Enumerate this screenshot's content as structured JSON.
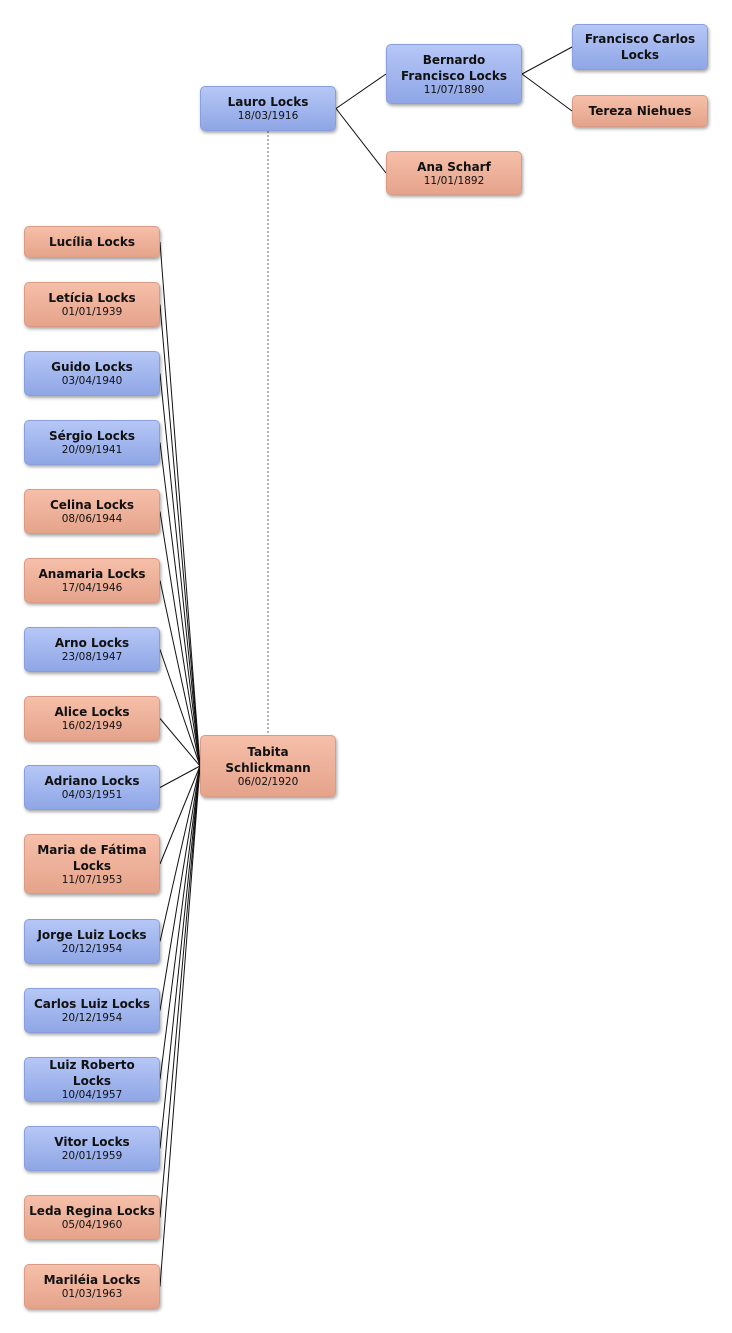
{
  "colors": {
    "male": "#9db0ea",
    "female": "#eeb09a",
    "line": "#111111"
  },
  "people": {
    "lauro": {
      "name": "Lauro Locks",
      "date": "18/03/1916",
      "gender": "male"
    },
    "bernardo": {
      "name": "Bernardo Francisco Locks",
      "date": "11/07/1890",
      "gender": "male"
    },
    "francisco": {
      "name": "Francisco Carlos Locks",
      "date": "",
      "gender": "male"
    },
    "tereza": {
      "name": "Tereza Niehues",
      "date": "",
      "gender": "female"
    },
    "ana": {
      "name": "Ana Scharf",
      "date": "11/01/1892",
      "gender": "female"
    },
    "tabita": {
      "name": "Tabita Schlickmann",
      "date": "06/02/1920",
      "gender": "female"
    },
    "children": [
      {
        "name": "Lucília Locks",
        "date": "",
        "gender": "female"
      },
      {
        "name": "Letícia Locks",
        "date": "01/01/1939",
        "gender": "female"
      },
      {
        "name": "Guido Locks",
        "date": "03/04/1940",
        "gender": "male"
      },
      {
        "name": "Sérgio Locks",
        "date": "20/09/1941",
        "gender": "male"
      },
      {
        "name": "Celina Locks",
        "date": "08/06/1944",
        "gender": "female"
      },
      {
        "name": "Anamaria Locks",
        "date": "17/04/1946",
        "gender": "female"
      },
      {
        "name": "Arno Locks",
        "date": "23/08/1947",
        "gender": "male"
      },
      {
        "name": "Alice Locks",
        "date": "16/02/1949",
        "gender": "female"
      },
      {
        "name": "Adriano Locks",
        "date": "04/03/1951",
        "gender": "male"
      },
      {
        "name": "Maria de Fátima Locks",
        "date": "11/07/1953",
        "gender": "female"
      },
      {
        "name": "Jorge Luiz Locks",
        "date": "20/12/1954",
        "gender": "male"
      },
      {
        "name": "Carlos Luiz Locks",
        "date": "20/12/1954",
        "gender": "male"
      },
      {
        "name": "Luiz Roberto Locks",
        "date": "10/04/1957",
        "gender": "male"
      },
      {
        "name": "Vitor Locks",
        "date": "20/01/1959",
        "gender": "male"
      },
      {
        "name": "Leda Regina Locks",
        "date": "05/04/1960",
        "gender": "female"
      },
      {
        "name": "Mariléia Locks",
        "date": "01/03/1963",
        "gender": "female"
      }
    ]
  }
}
